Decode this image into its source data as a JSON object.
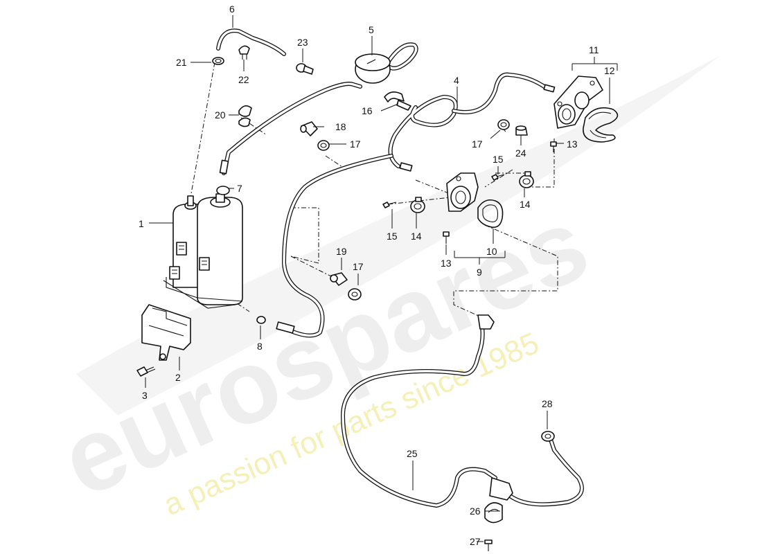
{
  "watermark": {
    "brand": "eurospares",
    "tagline": "a passion for parts since 1985",
    "brand_color": "#e6e6e6",
    "tagline_color": "#f0eca0"
  },
  "callouts": {
    "c1": "1",
    "c2": "2",
    "c3": "3",
    "c4": "4",
    "c5": "5",
    "c6": "6",
    "c7": "7",
    "c8": "8",
    "c9": "9",
    "c10": "10",
    "c11": "11",
    "c12": "12",
    "c13a": "13",
    "c13b": "13",
    "c14a": "14",
    "c14b": "14",
    "c15a": "15",
    "c15b": "15",
    "c16": "16",
    "c17a": "17",
    "c17b": "17",
    "c17c": "17",
    "c18": "18",
    "c19": "19",
    "c20": "20",
    "c21": "21",
    "c22": "22",
    "c23": "23",
    "c24": "24",
    "c25": "25",
    "c26": "26",
    "c27": "27",
    "c28": "28"
  }
}
